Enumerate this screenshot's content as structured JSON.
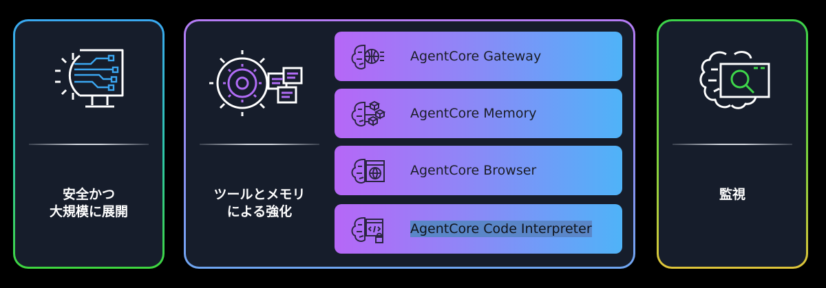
{
  "panels": {
    "left": {
      "label": "安全かつ\n大規模に展開",
      "icon": "gear-monitor-circuit-icon"
    },
    "middle": {
      "label": "ツールとメモリ\nによる強化",
      "icon": "gear-cycle-documents-icon",
      "services": [
        {
          "label": "AgentCore Gateway",
          "icon": "brain-network-icon"
        },
        {
          "label": "AgentCore Memory",
          "icon": "brain-cubes-icon"
        },
        {
          "label": "AgentCore Browser",
          "icon": "brain-globe-window-icon"
        },
        {
          "label": "AgentCore Code Interpreter",
          "icon": "brain-code-lock-icon",
          "selected": true
        }
      ]
    },
    "right": {
      "label": "監視",
      "icon": "brain-magnifier-window-icon"
    }
  },
  "colors": {
    "background": "#000000",
    "card_fill": "#161d2b",
    "left_border": [
      "#3aa9f2",
      "#3fd63f"
    ],
    "middle_border": [
      "#b57cf5",
      "#6fa6f2"
    ],
    "right_border": [
      "#3cd44a",
      "#e0c53a"
    ],
    "service_gradient": [
      "#b667f7",
      "#4fb3f8"
    ],
    "accent_purple": "#b06cf5",
    "accent_blue": "#3ba7f2",
    "accent_green": "#3ed64a"
  }
}
